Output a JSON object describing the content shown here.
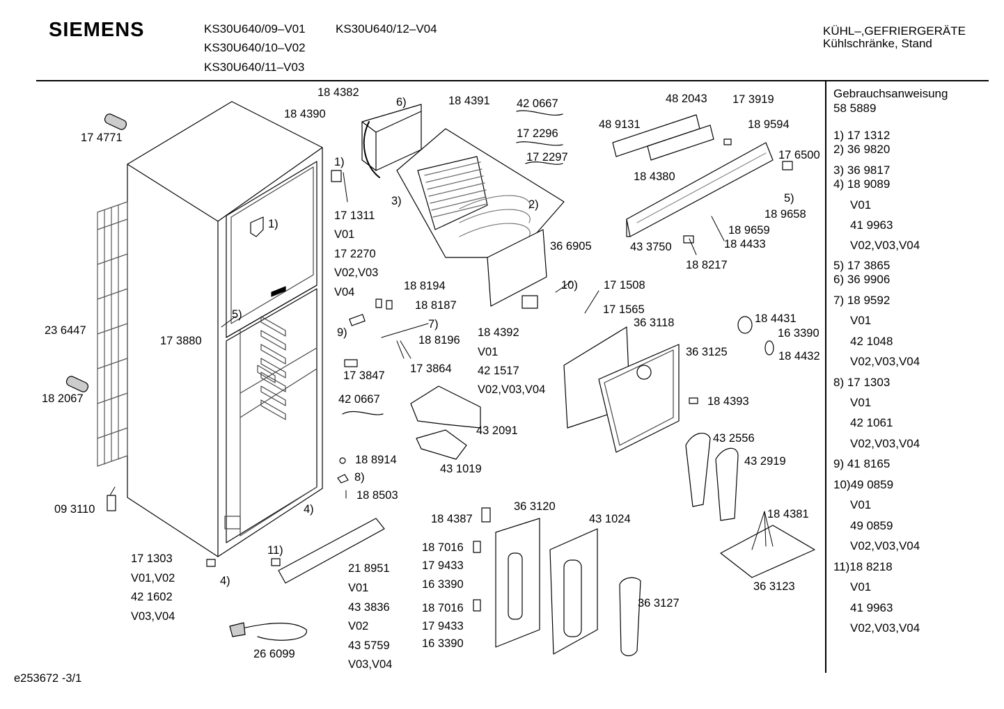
{
  "header": {
    "brand": "SIEMENS",
    "models": [
      "KS30U640/09–V01",
      "KS30U640/12–V04",
      "KS30U640/10–V02",
      "KS30U640/11–V03"
    ],
    "category_line1": "KÜHL–,GEFRIERGERÄTE",
    "category_line2": "Kühlschränke, Stand"
  },
  "footer": {
    "drawing_id": "e253672 -3/1"
  },
  "sidebar": {
    "title": "Gebrauchsanweisung",
    "title_number": "58 5889",
    "items": [
      "1) 17 1312",
      "2) 36 9820",
      "3) 36 9817",
      "4) 18 9089",
      "V01",
      "41 9963",
      "V02,V03,V04",
      "5) 17 3865",
      "6) 36 9906",
      "7) 18 9592",
      "V01",
      "42 1048",
      "V02,V03,V04",
      "8) 17 1303",
      "V01",
      "42 1061",
      "V02,V03,V04",
      "9) 41 8165",
      "10)49 0859",
      "V01",
      "49 0859",
      "V02,V03,V04",
      "11)18 8218",
      "V01",
      "41 9963",
      "V02,V03,V04"
    ]
  },
  "labels": [
    "17 4771",
    "23 6447",
    "18 2067",
    "09 3110",
    "17 3880",
    "5)",
    "1)",
    "18 4382",
    "6)",
    "18 4390",
    "1)",
    "17 1311",
    "V01",
    "17 2270",
    "V02,V03",
    "V04",
    "18 4391",
    "42 0667",
    "17 2296",
    "17 2297",
    "3)",
    "2)",
    "36 6905",
    "48 2043",
    "17 3919",
    "48 9131",
    "18 9594",
    "17 6500",
    "18 4380",
    "5)",
    "18 9658",
    "18 9659",
    "18 4433",
    "43 3750",
    "18 8217",
    "18 8194",
    "18 8187",
    "7)",
    "9)",
    "18 8196",
    "17 3864",
    "17 3847",
    "42 0667",
    "10)",
    "17 1508",
    "17 1565",
    "18 4392",
    "V01",
    "42 1517",
    "V02,V03,V04",
    "36 3118",
    "36 3125",
    "18 4431",
    "16 3390",
    "18 4432",
    "18 4393",
    "43 2091",
    "43 1019",
    "43 2556",
    "43 2919",
    "18 8914",
    "8)",
    "18 8503",
    "4)",
    "11)",
    "21 8951",
    "V01",
    "43 3836",
    "V02",
    "43 5759",
    "V03,V04",
    "17 1303",
    "V01,V02",
    "42 1602",
    "V03,V04",
    "4)",
    "26 6099",
    "18 4387",
    "36 3120",
    "43 1024",
    "18 7016",
    "17 9433",
    "16 3390",
    "18 7016",
    "17 9433",
    "16 3390",
    "36 3127",
    "18 4381",
    "36 3123"
  ]
}
